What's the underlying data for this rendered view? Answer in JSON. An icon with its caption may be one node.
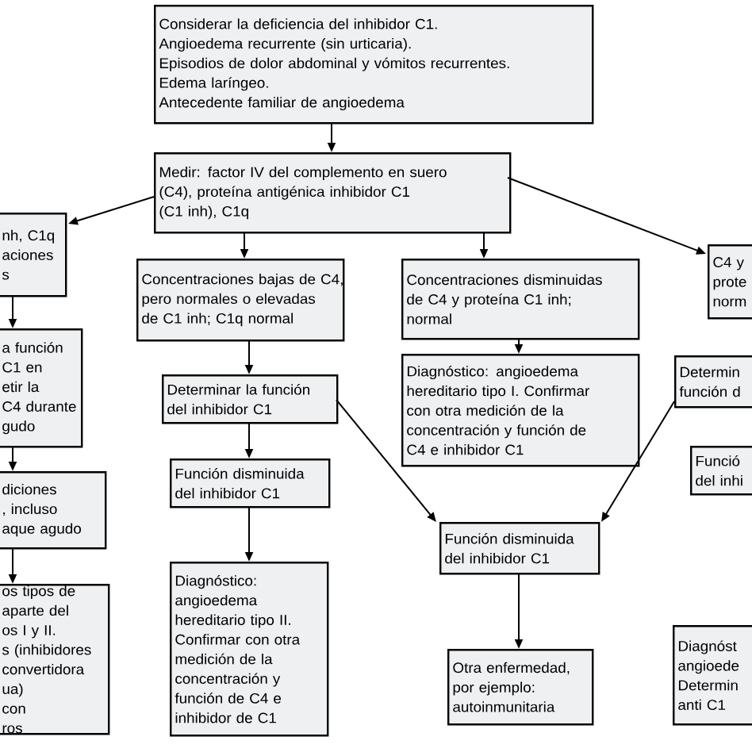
{
  "diagram": {
    "nodes": [
      {
        "text": [
          "Considerar la deficiencia del inhibidor C1.",
          "Angioedema recurrente (sin urticaria).",
          "Episodios de dolor abdominal y vómitos recurrentes.",
          "Edema laríngeo.",
          "Antecedente familiar de angioedema"
        ]
      },
      {
        "text": [
          "Medir: factor IV del complemento en suero (C4), proteína antigénica inhibidor C1 (C1 inh), C1q"
        ]
      },
      {
        "text": [
          "nh, C1q aciones s"
        ]
      },
      {
        "text": [
          "a función C1 en etir la C4 durante gudo"
        ]
      },
      {
        "text": [
          "diciones , incluso aque agudo"
        ]
      },
      {
        "text": [
          "os tipos de aparte del os I y II. s (inhibidores convertidora ua) con ros"
        ]
      },
      {
        "text": [
          "Concentraciones bajas de C4, pero normales o elevadas de C1 inh; C1q normal"
        ]
      },
      {
        "text": [
          "Concentraciones disminuidas de C4 y proteína C1 inh; normal"
        ]
      },
      {
        "text": [
          "Determinar la función del inhibidor C1"
        ]
      },
      {
        "text": [
          "Diagnóstico: angioedema hereditario tipo I. Confirmar con otra medición de la concentración y función de C4 e inhibidor C1"
        ]
      },
      {
        "text": [
          "Función disminuida del inhibidor C1"
        ]
      },
      {
        "text": [
          "Diagnóstico: angioedema hereditario tipo II. Confirmar con otra medición de la concentración y función de C4 e inhibidor de C1"
        ]
      },
      {
        "text": [
          "Función disminuida del inhibidor C1"
        ]
      },
      {
        "text": [
          "Otra enfermedad, por ejemplo: autoinmunitaria"
        ]
      },
      {
        "text": [
          "C4 y prote norm"
        ]
      },
      {
        "text": [
          "Determin función d"
        ]
      },
      {
        "text": [
          "Funció del inhi"
        ]
      },
      {
        "text": [
          "Diagnóst angioede Determin anti C1"
        ]
      }
    ],
    "edges": [
      {
        "from": 0,
        "to": 1,
        "arrow": "to"
      },
      {
        "from": 1,
        "to": 2,
        "arrow": "to"
      },
      {
        "from": 1,
        "to": 6,
        "arrow": "to"
      },
      {
        "from": 1,
        "to": 7,
        "arrow": "to"
      },
      {
        "from": 1,
        "to": 14,
        "arrow": "to"
      },
      {
        "from": 2,
        "to": 3,
        "arrow": "to"
      },
      {
        "from": 3,
        "to": 4,
        "arrow": "to"
      },
      {
        "from": 4,
        "to": 5,
        "arrow": "to"
      },
      {
        "from": 6,
        "to": 8,
        "arrow": "to"
      },
      {
        "from": 8,
        "to": 10,
        "arrow": "to"
      },
      {
        "from": 10,
        "to": 11,
        "arrow": "to"
      },
      {
        "from": 7,
        "to": 9,
        "arrow": "to"
      },
      {
        "from": 8,
        "to": 12,
        "arrow": "to"
      },
      {
        "from": 15,
        "to": 12,
        "arrow": "to"
      },
      {
        "from": 12,
        "to": 13,
        "arrow": "to"
      }
    ]
  }
}
